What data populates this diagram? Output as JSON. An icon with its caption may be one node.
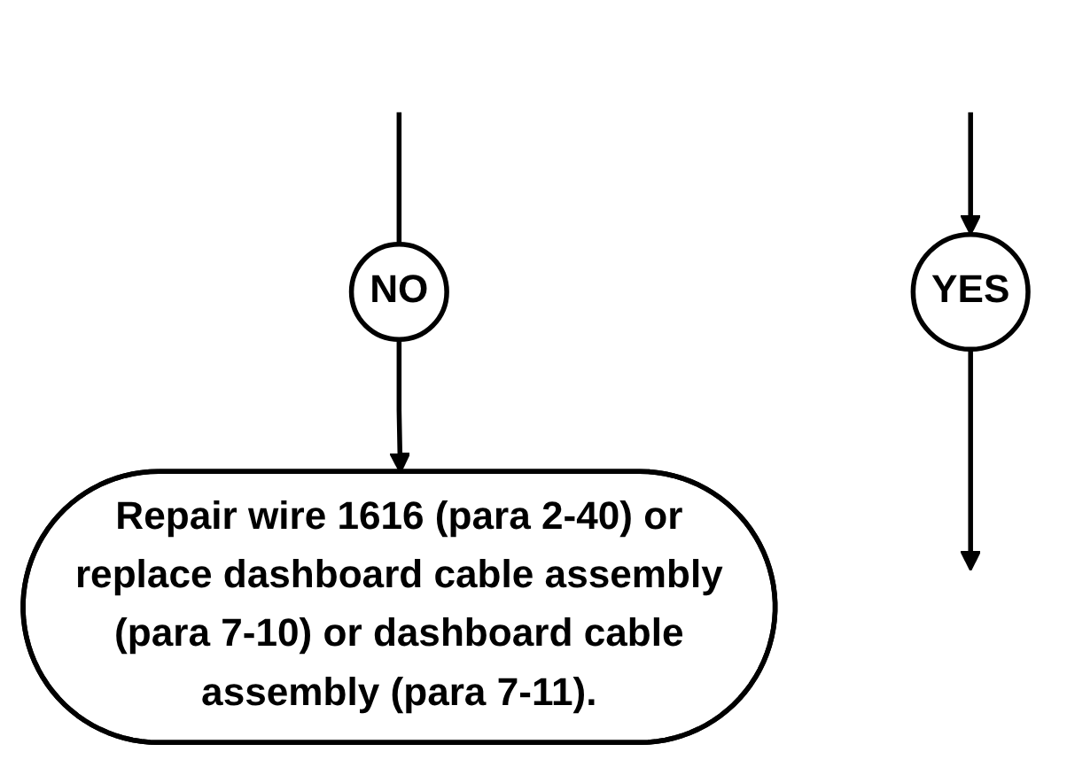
{
  "diagram": {
    "nodes": [
      {
        "text": [
          "NO"
        ]
      },
      {
        "text": [
          "Repair wire 1616 (para 2-40) or replace dashboard cable assembly (para 7-10) or dashboard cable assembly (para 7-11)."
        ]
      },
      {
        "text": [
          "YES"
        ]
      }
    ],
    "edges": [
      {
        "from": null,
        "to": 0,
        "arrow": "none"
      },
      {
        "from": null,
        "to": 2,
        "arrow": "to"
      },
      {
        "from": 0,
        "to": 1,
        "arrow": "to"
      },
      {
        "from": 2,
        "to": null,
        "arrow": "to"
      }
    ]
  }
}
